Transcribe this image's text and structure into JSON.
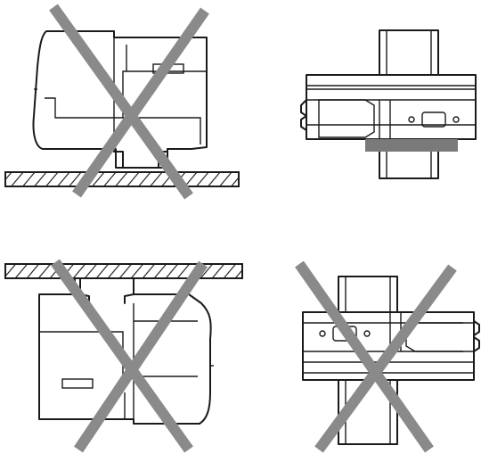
{
  "colors": {
    "line": "#1a1a1a",
    "cross": "#8a8a8a",
    "mount-strip": "#7a7a7a",
    "background": "#ffffff"
  },
  "panels": [
    {
      "id": "top-left",
      "orientation": "side-view-on-rail",
      "correct": false,
      "cross": true
    },
    {
      "id": "top-right",
      "orientation": "front-view-horizontal",
      "correct": true,
      "cross": false
    },
    {
      "id": "bottom-left",
      "orientation": "side-view-upside-down",
      "correct": false,
      "cross": true
    },
    {
      "id": "bottom-right",
      "orientation": "front-view-rotated",
      "correct": false,
      "cross": true
    }
  ]
}
